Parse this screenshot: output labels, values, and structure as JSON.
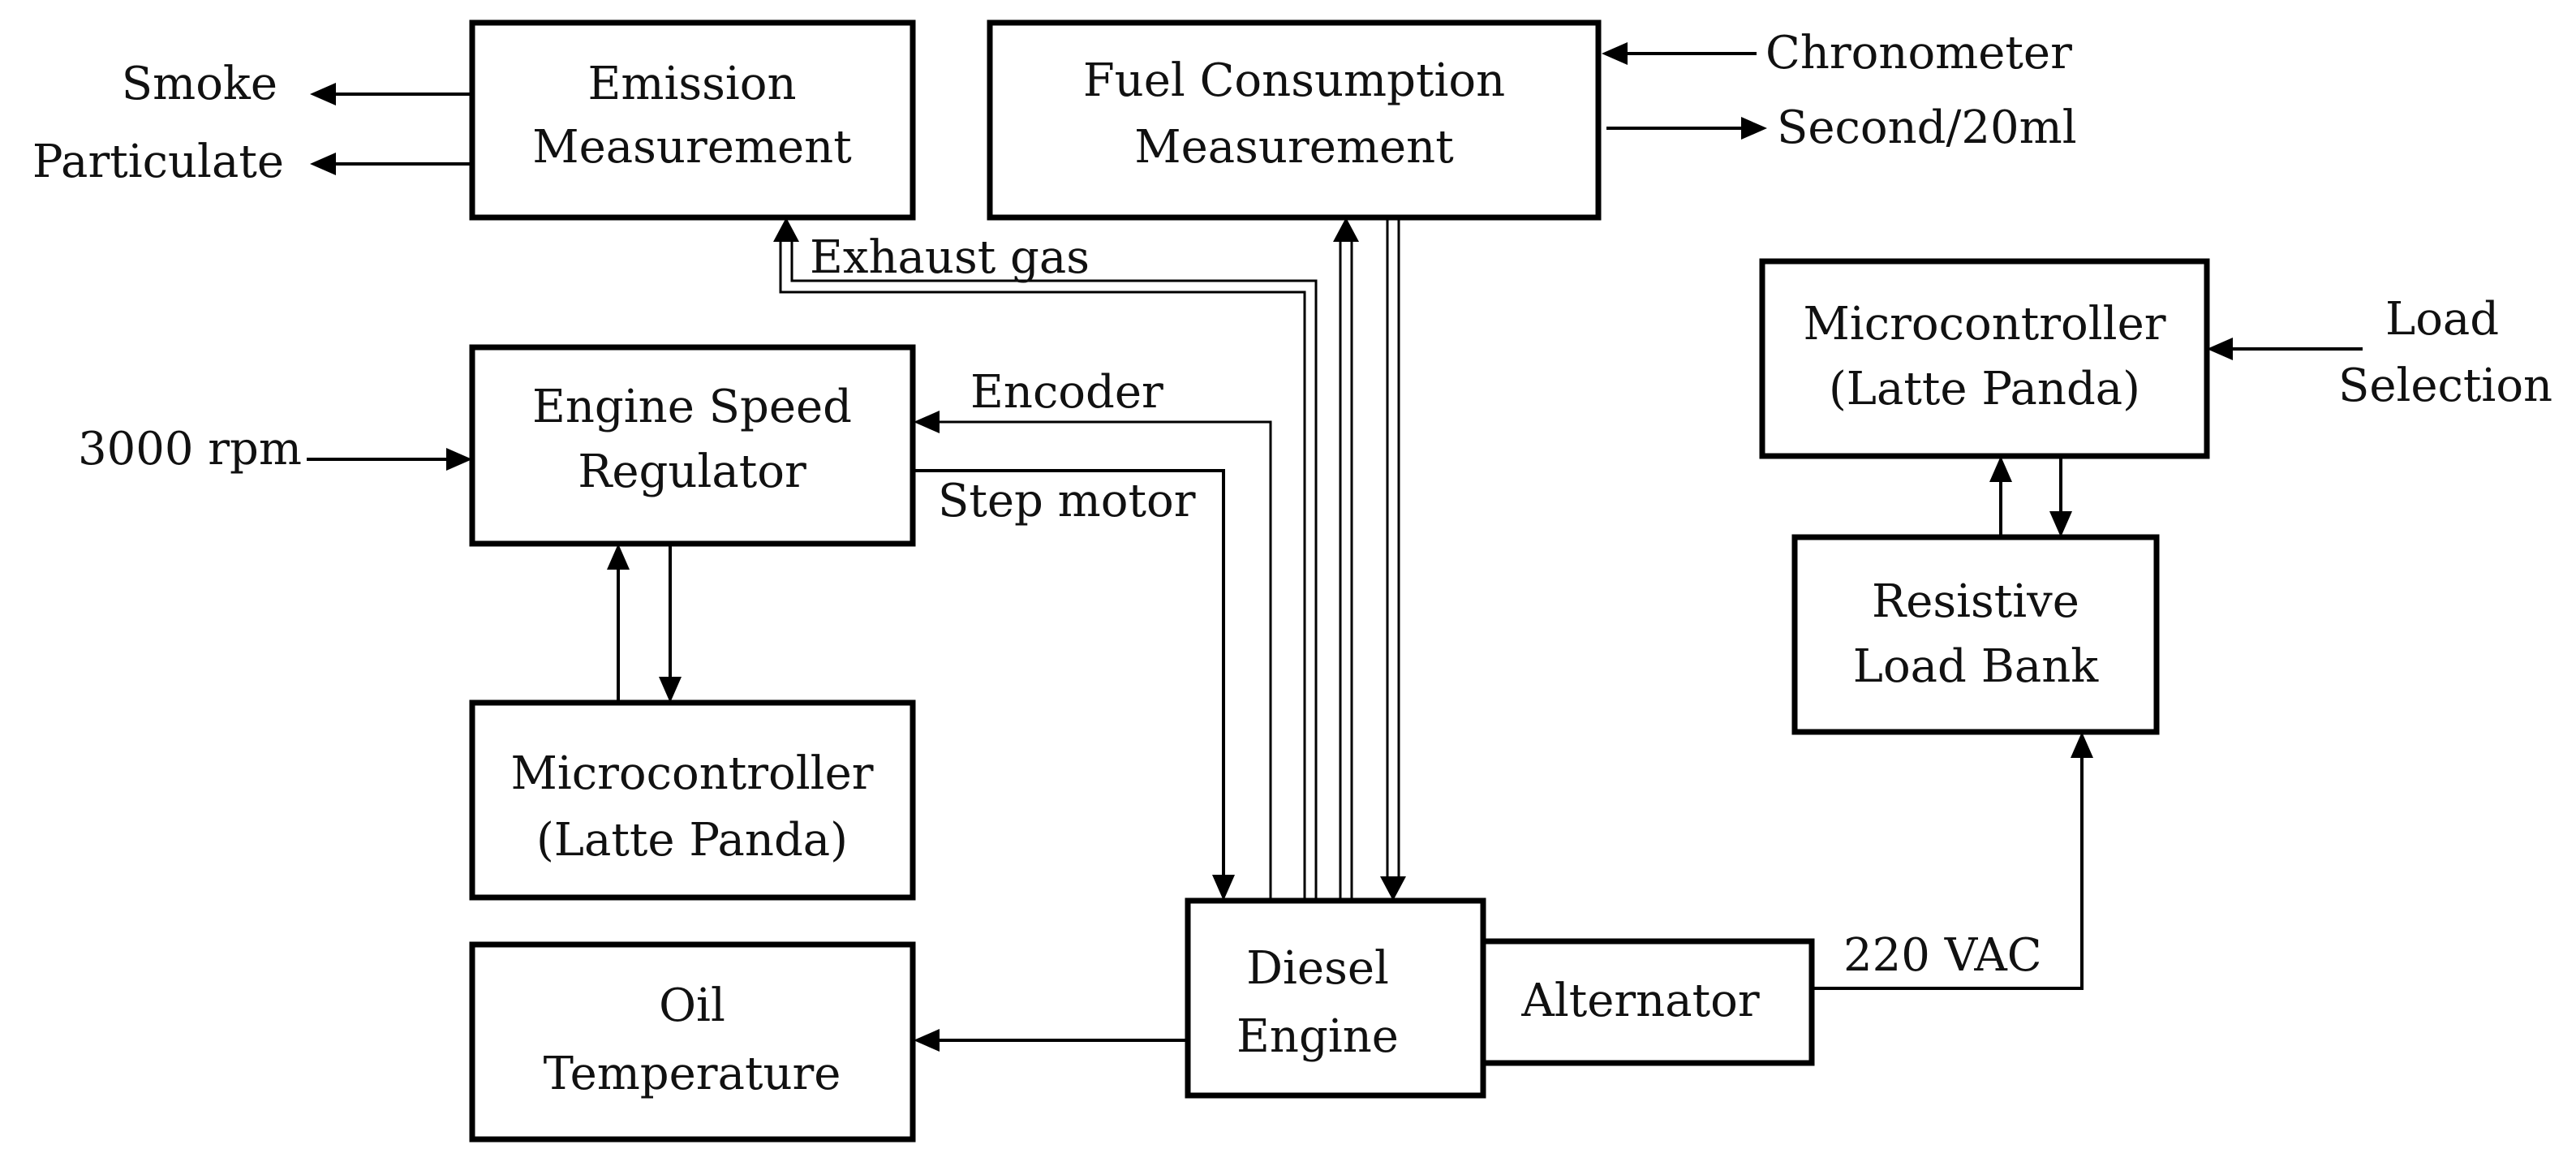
{
  "blocks": {
    "emission": {
      "line1": "Emission",
      "line2": "Measurement"
    },
    "fuel": {
      "line1": "Fuel Consumption",
      "line2": "Measurement"
    },
    "speed_regulator": {
      "line1": "Engine Speed",
      "line2": "Regulator"
    },
    "micro_left": {
      "line1": "Microcontroller",
      "line2": "(Latte Panda)"
    },
    "micro_right": {
      "line1": "Microcontroller",
      "line2": "(Latte Panda)"
    },
    "load_bank": {
      "line1": "Resistive",
      "line2": "Load Bank"
    },
    "oil_temperature": {
      "line1": "Oil",
      "line2": "Temperature"
    },
    "diesel_engine": {
      "line1": "Diesel",
      "line2": "Engine"
    },
    "alternator": {
      "label": "Alternator"
    }
  },
  "signals": {
    "smoke": "Smoke",
    "particulate": "Particulate",
    "chronometer": "Chronometer",
    "second_per_20ml": "Second/20ml",
    "exhaust_gas": "Exhaust gas",
    "encoder": "Encoder",
    "step_motor": "Step motor",
    "rpm_input": "3000 rpm",
    "load_selection_line1": "Load",
    "load_selection_line2": "Selection",
    "voltage": "220 VAC"
  }
}
